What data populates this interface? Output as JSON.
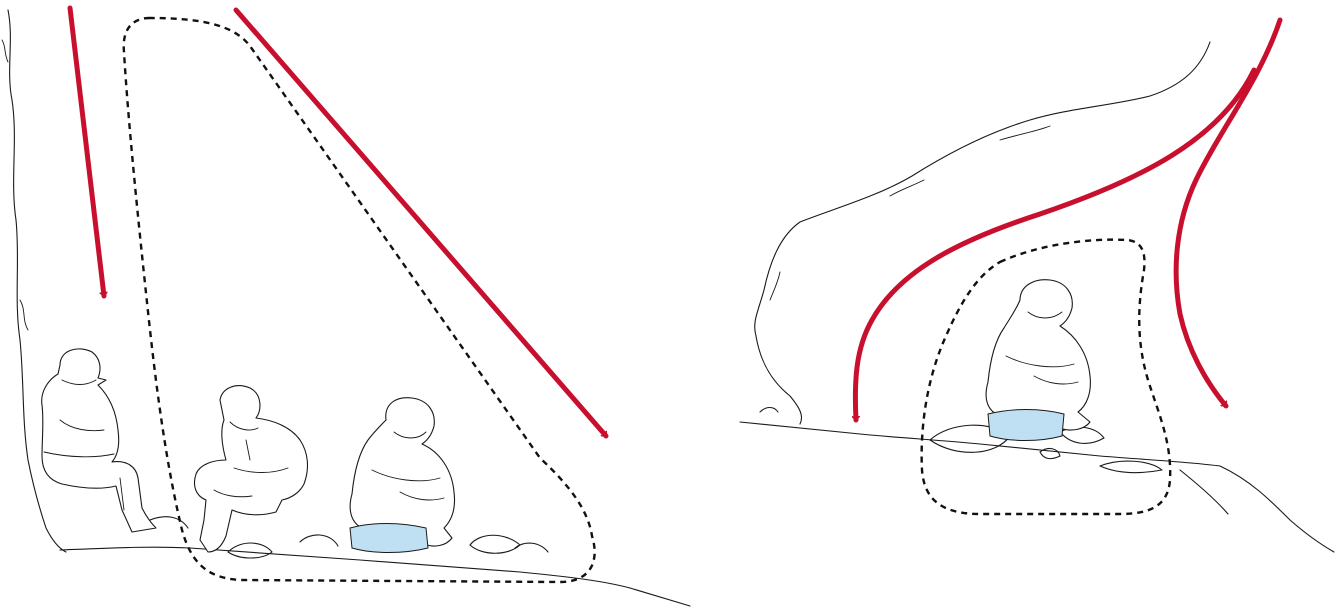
{
  "colors": {
    "wind_arrow": "#c8102e",
    "outline": "#1a1a1a",
    "sit_pad": "#bfe0f2",
    "background": "#ffffff"
  },
  "panels": [
    {
      "arrow_count": 2,
      "person_count": 3
    },
    {
      "arrow_count": 2,
      "person_count": 1
    }
  ]
}
